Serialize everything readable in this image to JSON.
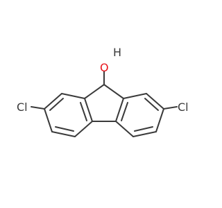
{
  "molecule": {
    "atoms": {
      "oxygen": {
        "symbol": "O",
        "color": "#e8141b"
      },
      "hydrogen": {
        "symbol": "H",
        "color": "#3a3a3a"
      },
      "chlorine_left": {
        "symbol": "Cl",
        "color": "#3a3a3a"
      },
      "chlorine_right": {
        "symbol": "Cl",
        "color": "#3a3a3a"
      }
    }
  }
}
